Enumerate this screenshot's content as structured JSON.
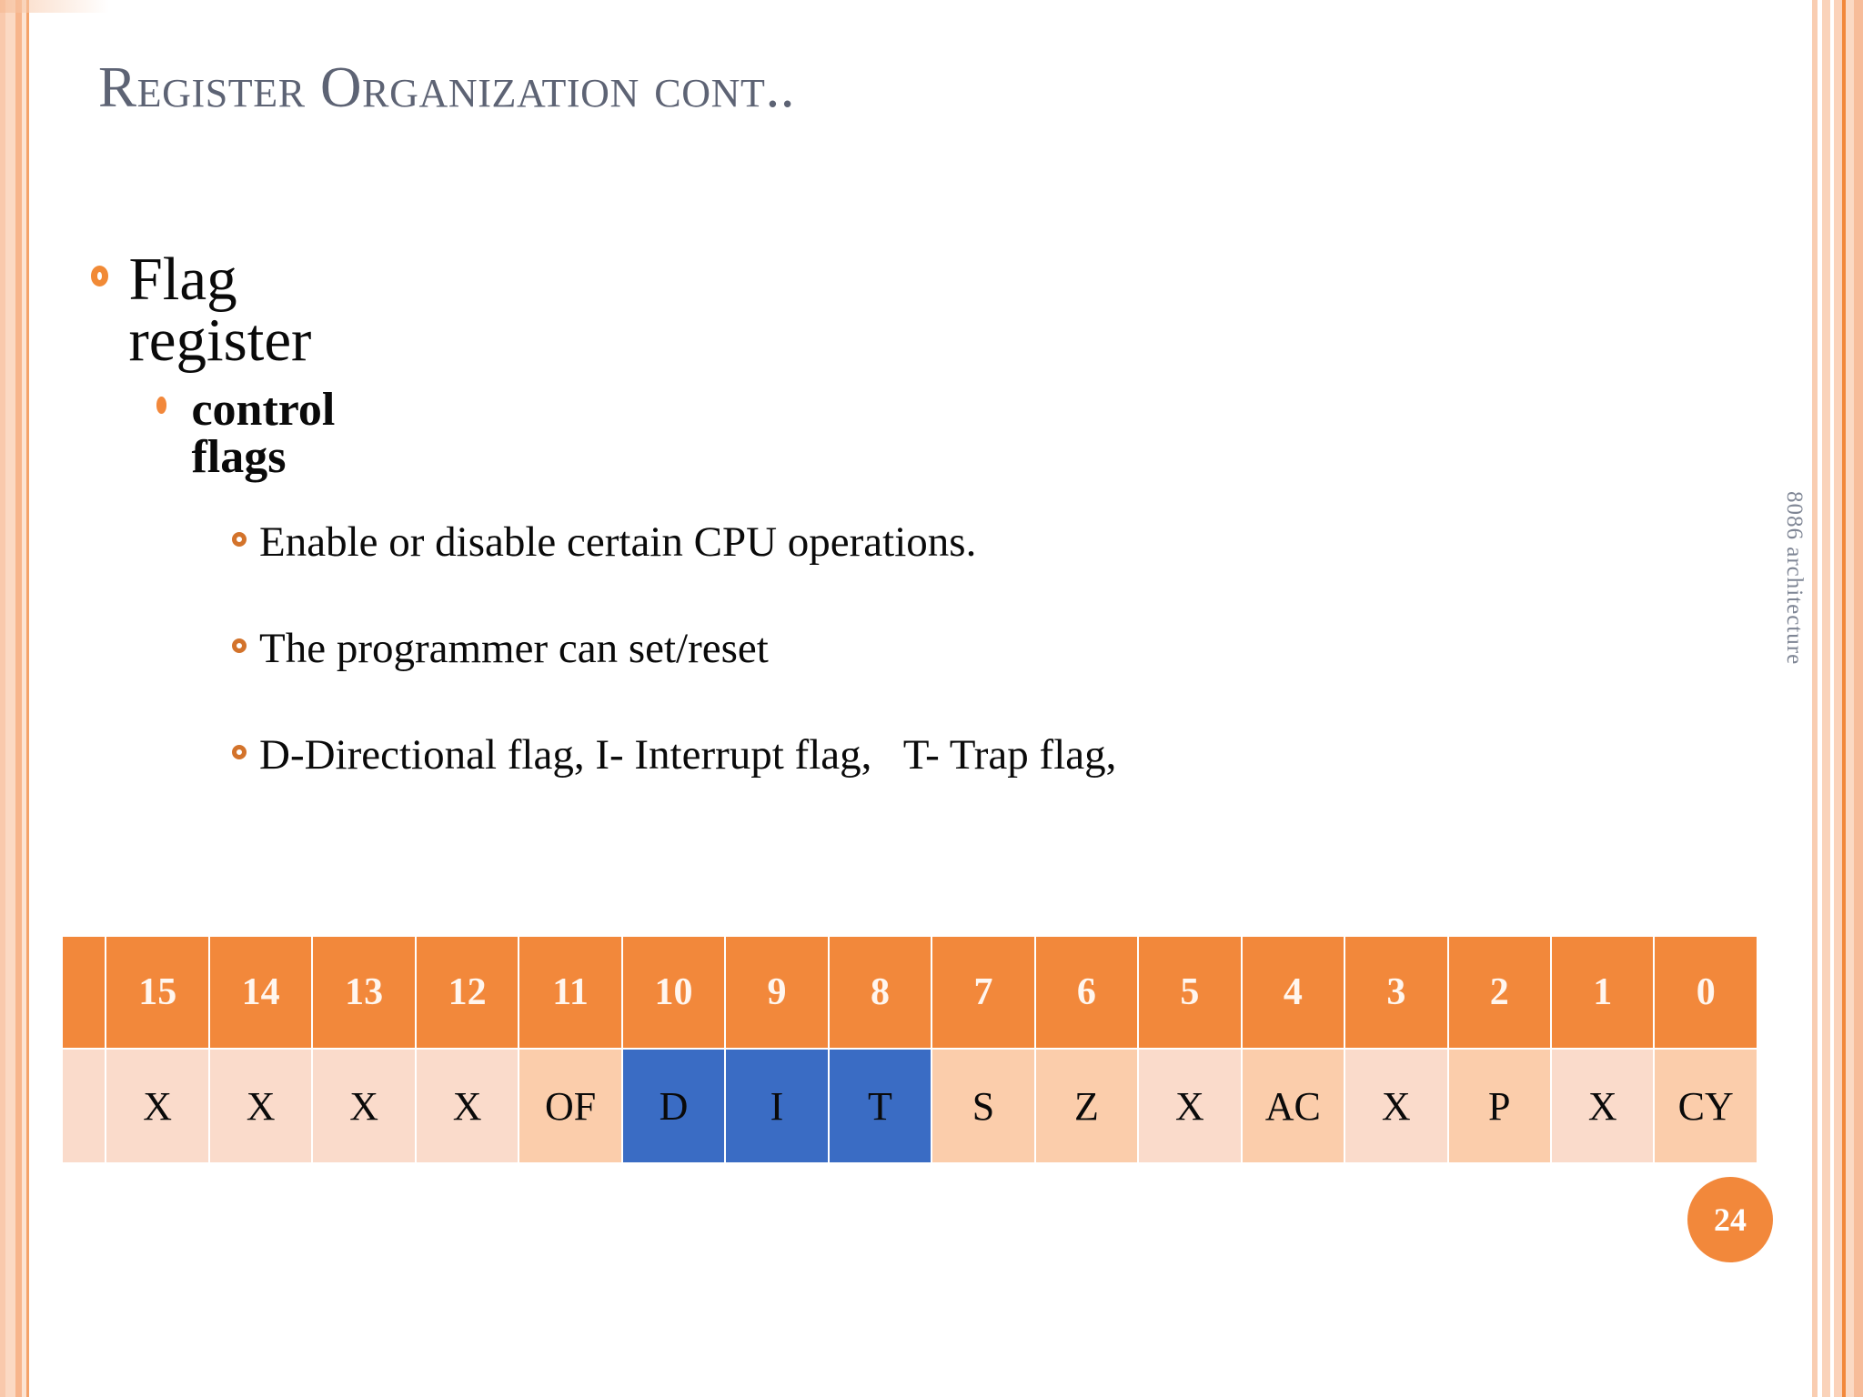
{
  "slide": {
    "title": "Register Organization cont..",
    "side_label": "8086 architecture",
    "page_number": "24"
  },
  "bullets": {
    "level1": "Flag register",
    "level2": "control flags",
    "level3": [
      "Enable or disable certain CPU operations.",
      "The programmer can set/reset",
      "D-Directional flag, I- Interrupt flag,   T- Trap flag,"
    ]
  },
  "flag_register_table": {
    "bit_numbers": [
      "",
      "15",
      "14",
      "13",
      "12",
      "11",
      "10",
      "9",
      "8",
      "7",
      "6",
      "5",
      "4",
      "3",
      "2",
      "1",
      "0"
    ],
    "flags": [
      "",
      "X",
      "X",
      "X",
      "X",
      "OF",
      "D",
      "I",
      "T",
      "S",
      "Z",
      "X",
      "AC",
      "X",
      "P",
      "X",
      "CY"
    ],
    "flag_cell_styles": [
      "pale",
      "pale",
      "pale",
      "pale",
      "pale",
      "peach",
      "blue",
      "blue",
      "blue",
      "peach",
      "peach",
      "pale",
      "peach",
      "pale",
      "peach",
      "pale",
      "peach"
    ]
  },
  "colors": {
    "accent_orange": "#F2883B",
    "title_gray": "#5D6374",
    "highlight_blue": "#3A6CC4",
    "cell_pale": "#FADBCB",
    "cell_peach": "#FBCDAB"
  }
}
